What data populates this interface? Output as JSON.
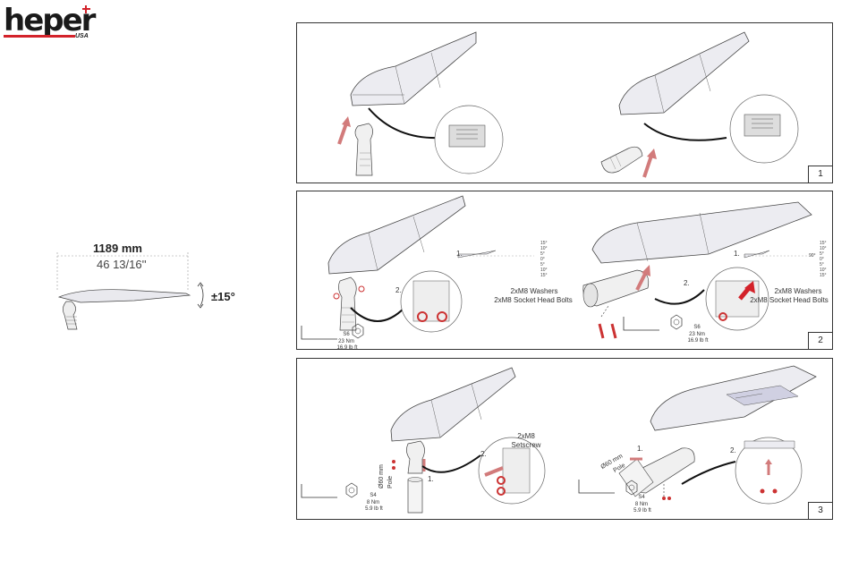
{
  "brand": {
    "name": "heper",
    "suffix": "USA",
    "accent": "#d3222a"
  },
  "dimension": {
    "metric": "1189 mm",
    "imperial": "46 13/16''",
    "tilt": "±15°"
  },
  "steps": [
    {
      "number": "1"
    },
    {
      "number": "2",
      "left": {
        "sub1": "1.",
        "sub2": "2.",
        "washers": "2xM8 Washers",
        "bolts": "2xM8 Socket Head Bolts",
        "angles": "15°\n10°\n5°\n0°\n5°\n10°\n15°",
        "zero_angle": "",
        "key_size": "S6",
        "torque": "23 Nm",
        "torque_imperial": "16.9 lb ft"
      },
      "right": {
        "sub1": "1.",
        "sub2": "2.",
        "washers": "2xM8 Washers",
        "bolts": "2xM8 Socket Head Bolts",
        "angles": "15°\n10°\n5°\n0°\n5°\n10°\n15°",
        "zero_angle": "90°",
        "key_size": "S6",
        "torque": "23 Nm",
        "torque_imperial": "16.9 lb ft"
      }
    },
    {
      "number": "3",
      "left": {
        "sub1": "1.",
        "sub2": "2.",
        "screw": "2xM8",
        "screw2": "Setscrew",
        "pole": "Ø60 mm",
        "pole2": "Pole",
        "key_size": "S4",
        "torque": "8 Nm",
        "torque_imperial": "5.9 lb ft"
      },
      "right": {
        "sub1": "1.",
        "sub2": "2.",
        "pole": "Ø60 mm",
        "pole2": "Pole",
        "key_size": "S4",
        "torque": "8 Nm",
        "torque_imperial": "5.9 lb ft"
      }
    }
  ]
}
